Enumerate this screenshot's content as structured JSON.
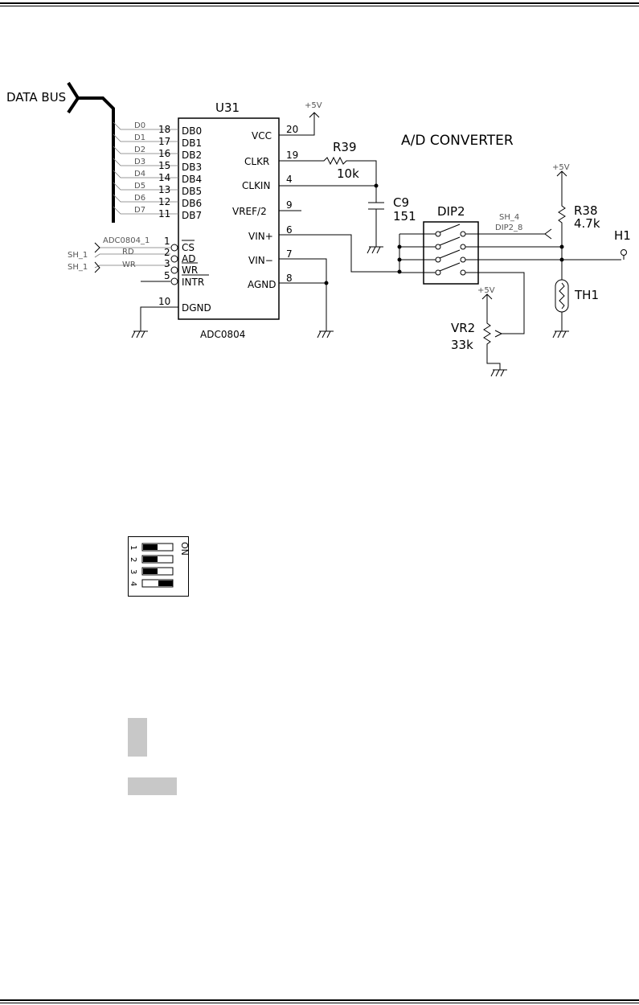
{
  "schematic": {
    "title": "A/D CONVERTER",
    "data_bus_label": "DATA BUS",
    "ic": {
      "ref": "U31",
      "part": "ADC0804",
      "left_pins": [
        {
          "signal": "D0",
          "num": "18",
          "name": "DB0"
        },
        {
          "signal": "D1",
          "num": "17",
          "name": "DB1"
        },
        {
          "signal": "D2",
          "num": "16",
          "name": "DB2"
        },
        {
          "signal": "D3",
          "num": "15",
          "name": "DB3"
        },
        {
          "signal": "D4",
          "num": "14",
          "name": "DB4"
        },
        {
          "signal": "D5",
          "num": "13",
          "name": "DB5"
        },
        {
          "signal": "D6",
          "num": "12",
          "name": "DB6"
        },
        {
          "signal": "D7",
          "num": "11",
          "name": "DB7"
        }
      ],
      "control_pins": [
        {
          "num": "1",
          "name": "CS"
        },
        {
          "num": "2",
          "name": "AD"
        },
        {
          "num": "3",
          "name": "WR"
        },
        {
          "num": "5",
          "name": "INTR"
        }
      ],
      "dgnd_pin": {
        "num": "10",
        "name": "DGND"
      },
      "right_pins": [
        {
          "num": "20",
          "name": "VCC"
        },
        {
          "num": "19",
          "name": "CLKR"
        },
        {
          "num": "4",
          "name": "CLKIN"
        },
        {
          "num": "9",
          "name": "VREF/2"
        },
        {
          "num": "6",
          "name": "VIN+"
        },
        {
          "num": "7",
          "name": "VIN−"
        },
        {
          "num": "8",
          "name": "AGND"
        }
      ]
    },
    "control_nets": {
      "adc": "ADC0804_1",
      "rd": "RD",
      "wr": "WR",
      "sh1": "SH_1",
      "sh2": "SH_1"
    },
    "supply": "+5V",
    "r39": {
      "ref": "R39",
      "value": "10k"
    },
    "c9": {
      "ref": "C9",
      "value": "151"
    },
    "dip2": {
      "ref": "DIP2",
      "net1": "SH_4",
      "net2": "DIP2_8"
    },
    "r38": {
      "ref": "R38",
      "value": "4.7k"
    },
    "h1": "H1",
    "th1": "TH1",
    "vr2": {
      "ref": "VR2",
      "value": "33k"
    }
  },
  "dip_figure": {
    "on_label": "ON",
    "switches": [
      {
        "num": "1",
        "state": "on"
      },
      {
        "num": "2",
        "state": "on"
      },
      {
        "num": "3",
        "state": "on"
      },
      {
        "num": "4",
        "state": "off"
      }
    ]
  }
}
